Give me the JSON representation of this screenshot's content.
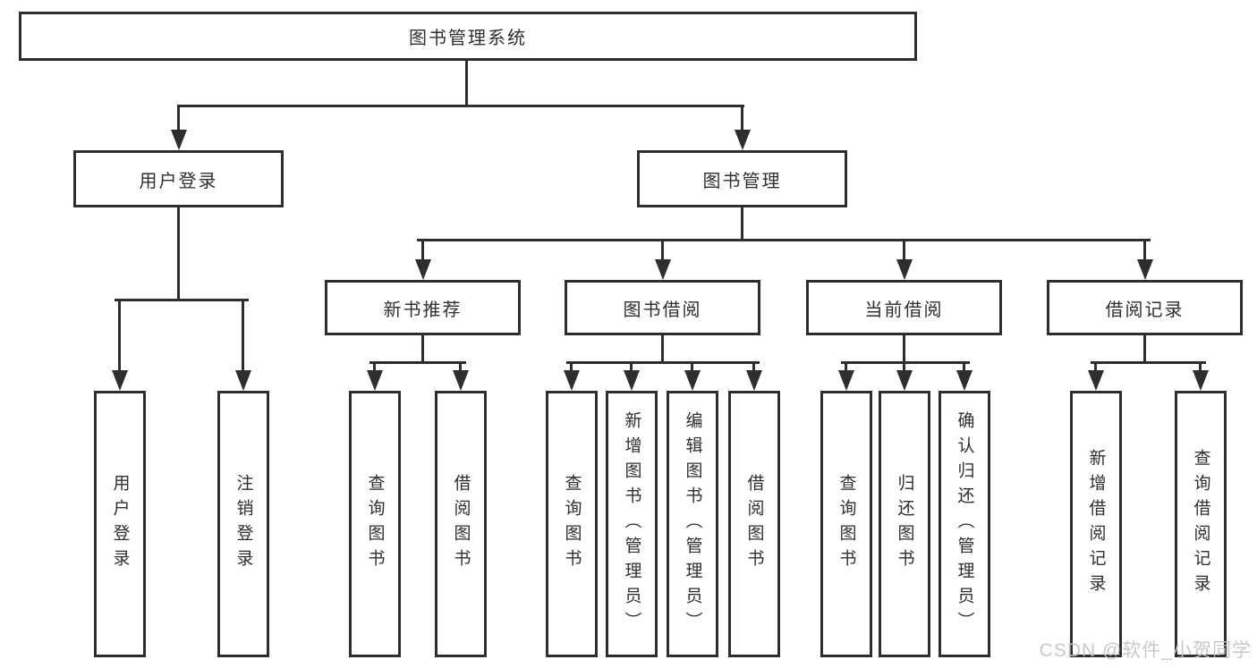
{
  "diagram": {
    "root": {
      "label": "图书管理系统"
    },
    "level2": [
      {
        "label": "用户登录"
      },
      {
        "label": "图书管理"
      }
    ],
    "level3": [
      {
        "label": "新书推荐"
      },
      {
        "label": "图书借阅"
      },
      {
        "label": "当前借阅"
      },
      {
        "label": "借阅记录"
      }
    ],
    "leaves": {
      "login": [
        "用户登录",
        "注销登录"
      ],
      "recommend": [
        "查询图书",
        "借阅图书"
      ],
      "borrowing": [
        "查询图书",
        "新增图书（管理员）",
        "编辑图书（管理员）",
        "借阅图书"
      ],
      "current": [
        "查询图书",
        "归还图书",
        "确认归还（管理员）"
      ],
      "records": [
        "新增借阅记录",
        "查询借阅记录"
      ]
    }
  },
  "watermark": {
    "text": "CSDN @软件_小贺同学"
  },
  "colors": {
    "line": "#2e2e2e",
    "box_background": "#ffffff",
    "text": "#2f2f2f",
    "watermark": "#c3c3c3"
  }
}
